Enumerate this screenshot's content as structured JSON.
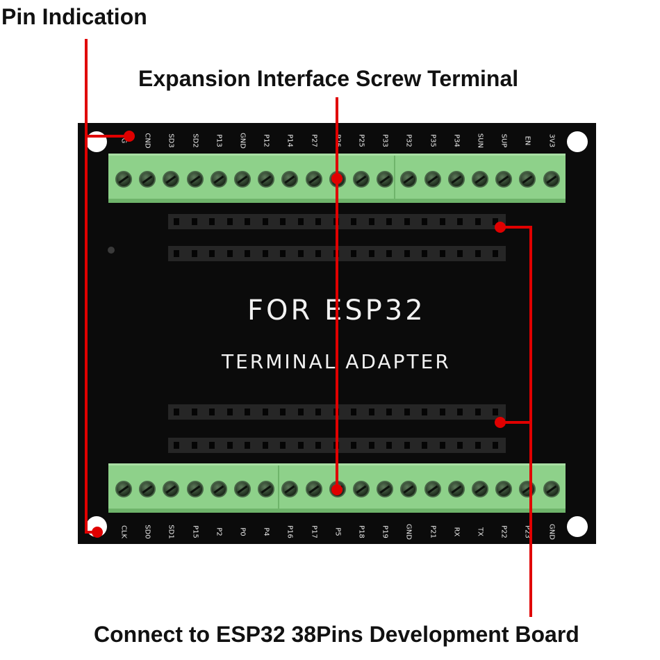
{
  "callouts": {
    "pin_indication": "Pin Indication",
    "expansion": "Expansion Interface Screw Terminal",
    "connect": "Connect to ESP32 38Pins Development Board"
  },
  "board": {
    "title": "FOR ESP32",
    "subtitle": "TERMINAL ADAPTER",
    "top_pins": [
      "G",
      "CND",
      "SD3",
      "SD2",
      "P13",
      "GND",
      "P12",
      "P14",
      "P27",
      "P26",
      "P25",
      "P33",
      "P32",
      "P35",
      "P34",
      "SUN",
      "SUP",
      "EN",
      "3V3"
    ],
    "bottom_pins": [
      "CLK",
      "SD0",
      "SD1",
      "P15",
      "P2",
      "P0",
      "P4",
      "P16",
      "P17",
      "P5",
      "P18",
      "P19",
      "GND",
      "P21",
      "RX",
      "TX",
      "P22",
      "P23",
      "GND"
    ]
  },
  "colors": {
    "pointer": "#e00000",
    "board": "#0b0b0b",
    "terminal": "#8ed18a"
  }
}
